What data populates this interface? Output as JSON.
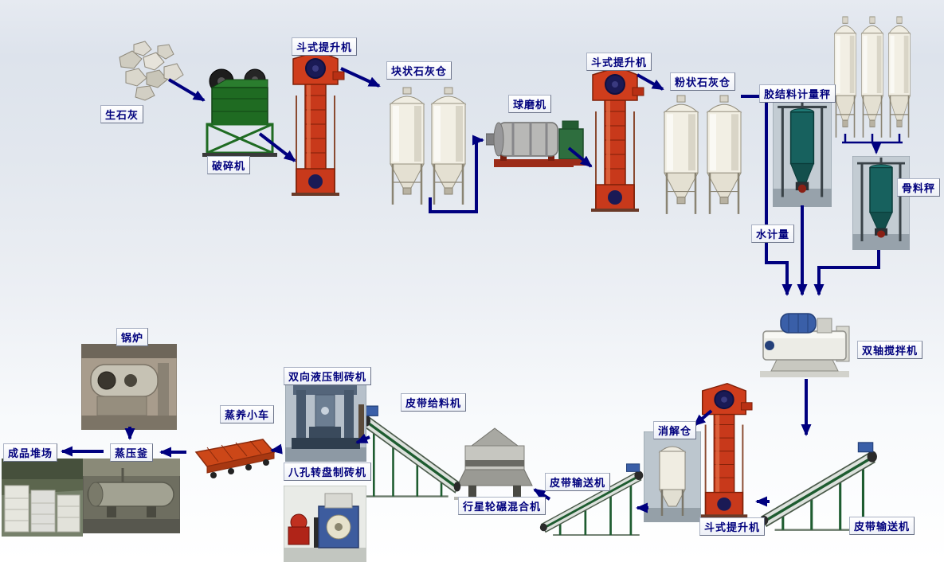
{
  "colors": {
    "arrow": "#00007f",
    "label_text": "#00007d",
    "elevator_orange": "#c8391b",
    "silo_white": "#f2efe4",
    "crusher_green": "#1f6b22"
  },
  "labels": {
    "quicklime": "生石灰",
    "crusher": "破碎机",
    "bucket_elevator_1": "斗式提升机",
    "lump_lime_silo": "块状石灰仓",
    "ball_mill": "球磨机",
    "bucket_elevator_2": "斗式提升机",
    "powder_lime_silo": "粉状石灰仓",
    "binder_metering_scale": "胶结料计量秤",
    "aggregate_scale": "骨料秤",
    "water_metering": "水计量",
    "twin_shaft_mixer": "双轴搅拌机",
    "belt_conveyor_right": "皮带输送机",
    "bucket_elevator_3": "斗式提升机",
    "digestion_silo": "消解仓",
    "belt_conveyor_mid": "皮带输送机",
    "planetary_wheel_mill_mixer": "行星轮碾混合机",
    "belt_feeder": "皮带给料机",
    "hydraulic_brick_machine": "双向液压制砖机",
    "rotary_brick_machine": "八孔转盘制砖机",
    "steam_curing_cart": "蒸养小车",
    "autoclave": "蒸压釜",
    "boiler": "锅炉",
    "finished_product_yard": "成品堆场"
  }
}
